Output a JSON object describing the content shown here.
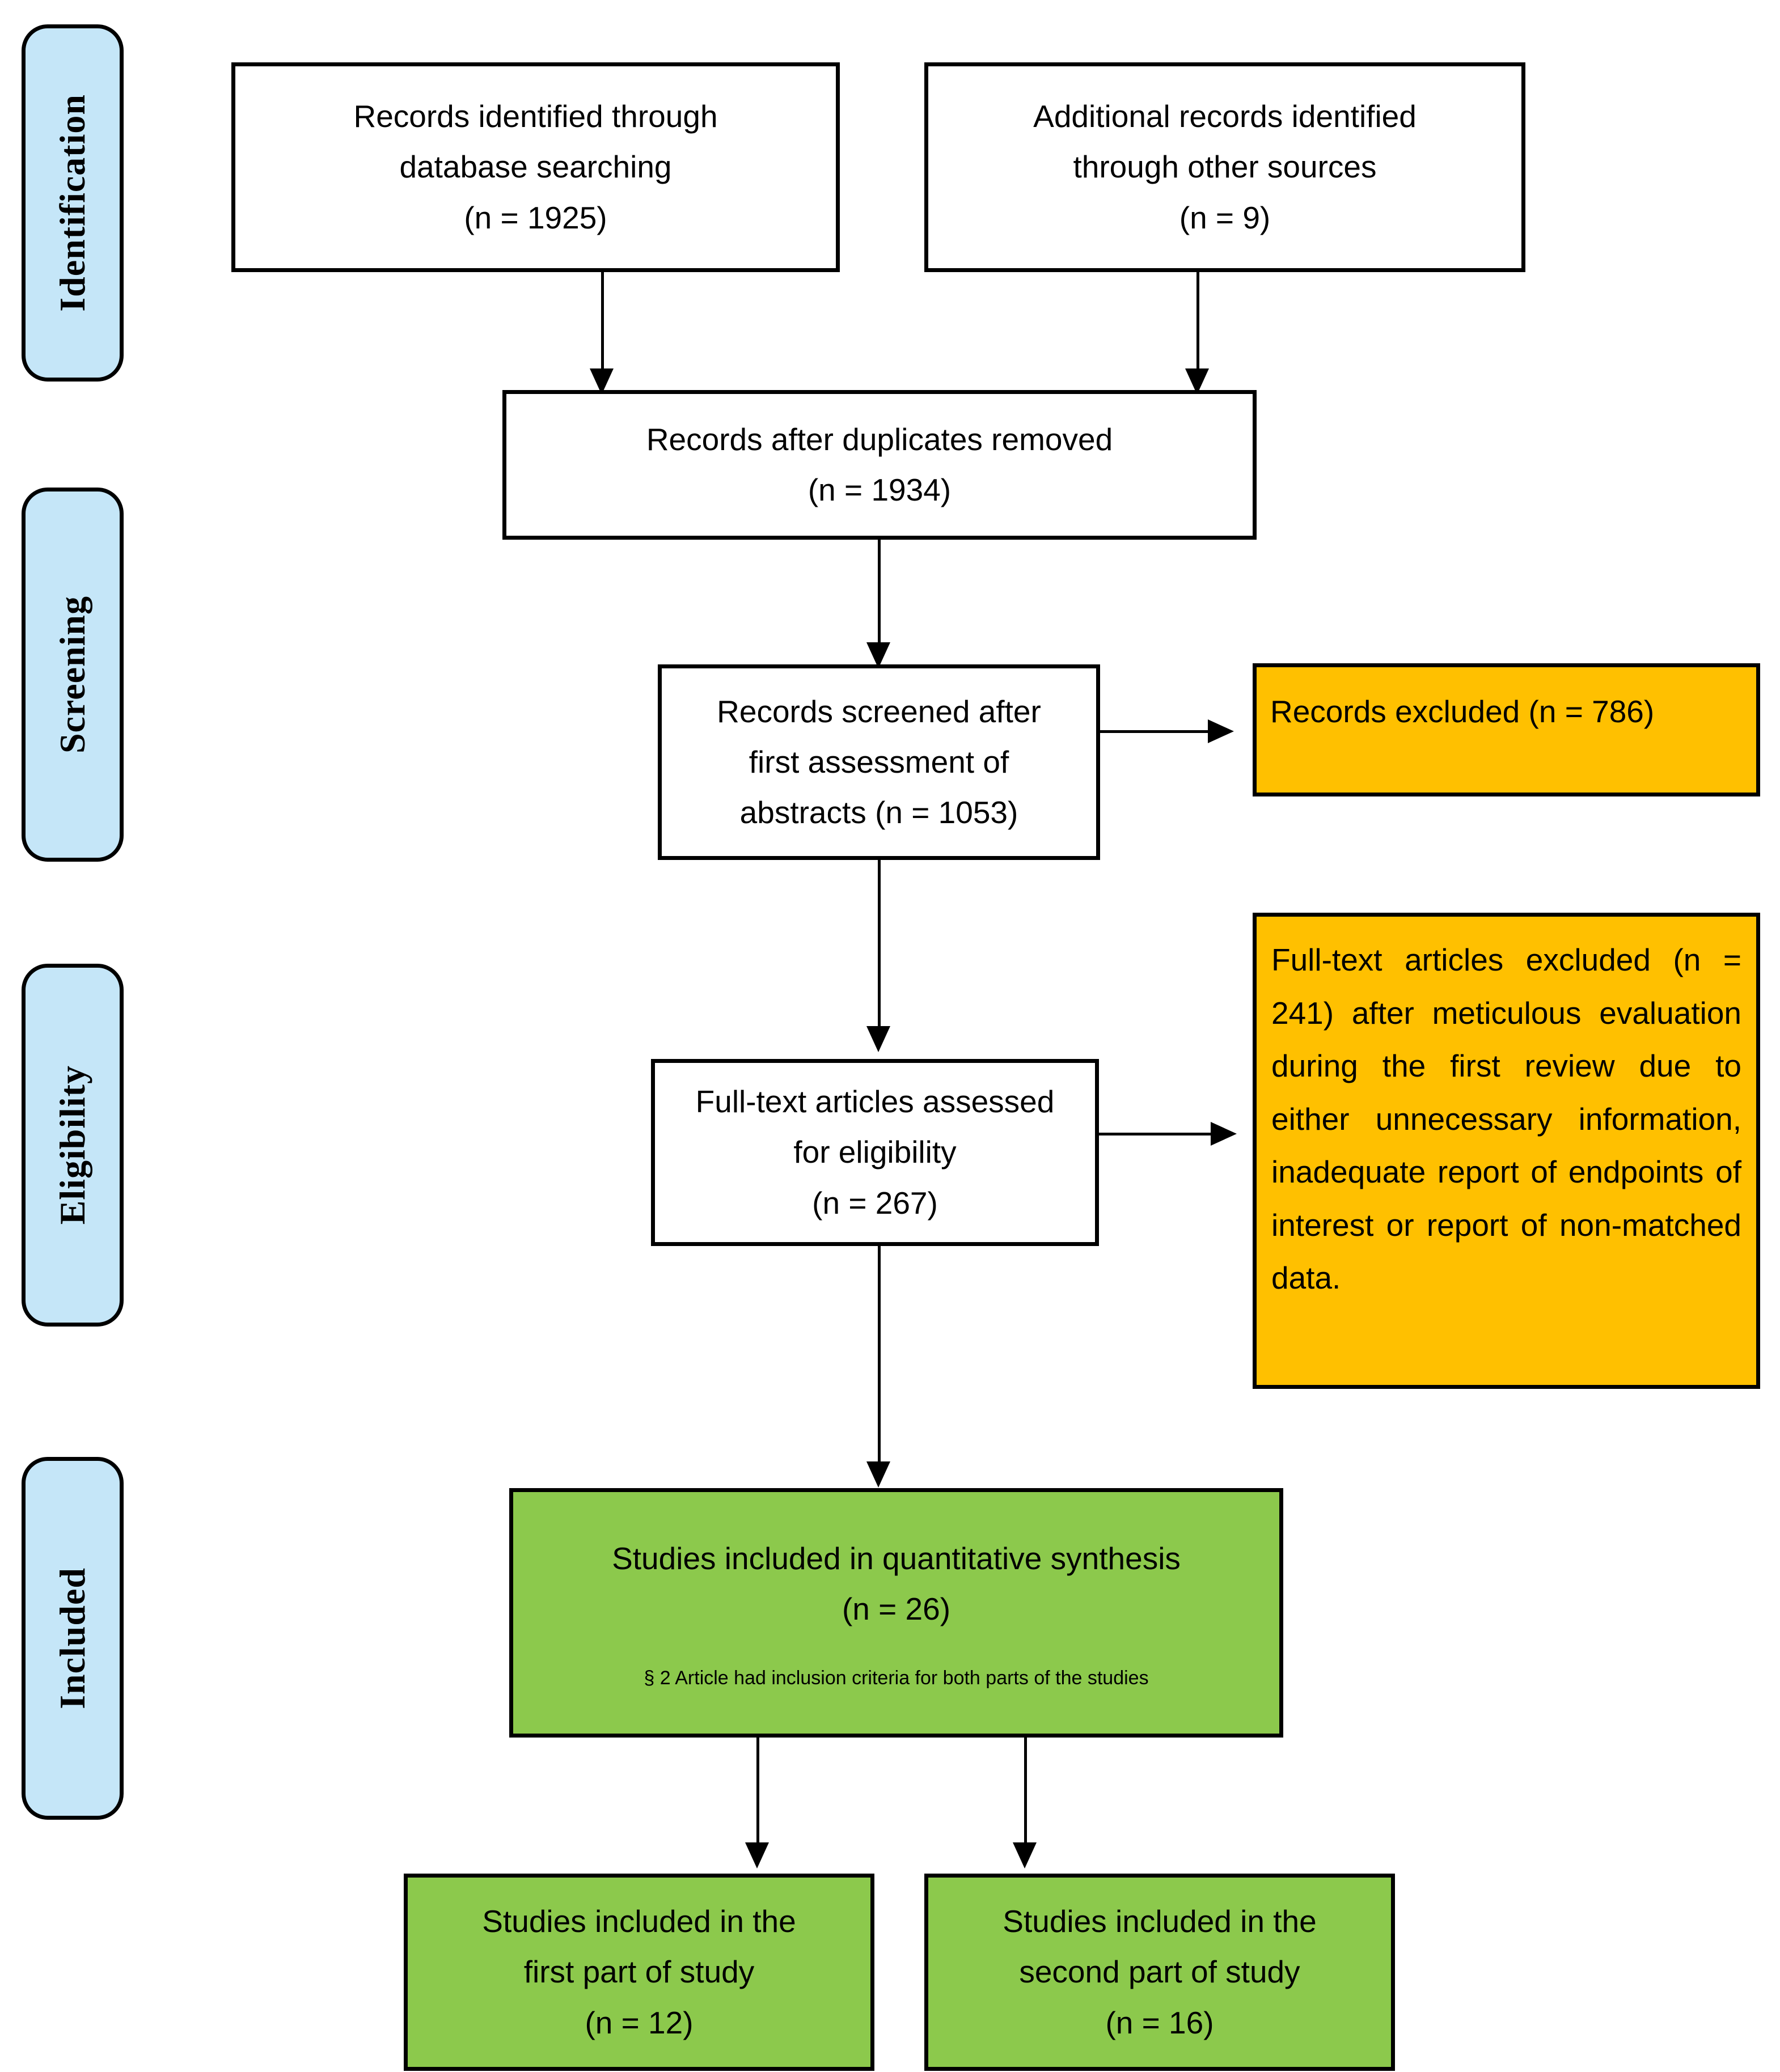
{
  "diagram": {
    "title": "PRISMA study selection flow diagram",
    "colors": {
      "stage_fill": "#C5E6F8",
      "excluded_fill": "#FFC000",
      "included_fill": "#8CC94C",
      "box_fill": "#FFFFFF",
      "stroke": "#000000"
    }
  },
  "stages": [
    {
      "label": "Identification"
    },
    {
      "label": "Screening"
    },
    {
      "label": "Eligibility"
    },
    {
      "label": "Included"
    }
  ],
  "boxes": {
    "db_records": {
      "line1": "Records identified through",
      "line2": "database searching",
      "line3": "(n = 1925)"
    },
    "other_records": {
      "line1": "Additional records identified",
      "line2": "through other sources",
      "line3": "(n = 9)"
    },
    "after_duplicates": {
      "line1": "Records after duplicates removed",
      "line2": "(n = 1934)"
    },
    "screened": {
      "line1": "Records screened after",
      "line2": "first assessment of",
      "line3": "abstracts (n = 1053)"
    },
    "records_excluded": {
      "line1": "Records excluded (n = 786)"
    },
    "fulltext_assessed": {
      "line1": "Full-text articles assessed",
      "line2": "for eligibility",
      "line3": "(n = 267)"
    },
    "fulltext_excluded": {
      "paragraph": "Full-text articles excluded (n = 241) after meticulous evaluation during the first review due to either unnecessary information, inadequate report of endpoints of interest or report of non-matched data."
    },
    "quantitative_synthesis": {
      "line1": "Studies included in quantitative synthesis",
      "line2": "(n = 26)",
      "footnote": "§ 2 Article had inclusion criteria for both parts of the studies"
    },
    "first_part": {
      "line1": "Studies included in the",
      "line2": "first part of study",
      "line3": "(n = 12)"
    },
    "second_part": {
      "line1": "Studies included in the",
      "line2": "second part of study",
      "line3": "(n = 16)"
    }
  },
  "chart_data": {
    "type": "diagram",
    "title": "PRISMA flow diagram",
    "nodes": [
      {
        "id": "db_records",
        "stage": "Identification",
        "label": "Records identified through database searching",
        "n": 1925
      },
      {
        "id": "other_records",
        "stage": "Identification",
        "label": "Additional records identified through other sources",
        "n": 9
      },
      {
        "id": "after_duplicates",
        "stage": "Identification",
        "label": "Records after duplicates removed",
        "n": 1934
      },
      {
        "id": "screened",
        "stage": "Screening",
        "label": "Records screened after first assessment of abstracts",
        "n": 1053
      },
      {
        "id": "records_excluded",
        "stage": "Screening",
        "label": "Records excluded",
        "n": 786
      },
      {
        "id": "fulltext_assessed",
        "stage": "Eligibility",
        "label": "Full-text articles assessed for eligibility",
        "n": 267
      },
      {
        "id": "fulltext_excluded",
        "stage": "Eligibility",
        "label": "Full-text articles excluded after meticulous evaluation during the first review",
        "n": 241
      },
      {
        "id": "quantitative_synthesis",
        "stage": "Included",
        "label": "Studies included in quantitative synthesis",
        "n": 26
      },
      {
        "id": "first_part",
        "stage": "Included",
        "label": "Studies included in the first part of study",
        "n": 12
      },
      {
        "id": "second_part",
        "stage": "Included",
        "label": "Studies included in the second part of study",
        "n": 16
      }
    ],
    "edges": [
      {
        "from": "db_records",
        "to": "after_duplicates"
      },
      {
        "from": "other_records",
        "to": "after_duplicates"
      },
      {
        "from": "after_duplicates",
        "to": "screened"
      },
      {
        "from": "screened",
        "to": "records_excluded"
      },
      {
        "from": "screened",
        "to": "fulltext_assessed"
      },
      {
        "from": "fulltext_assessed",
        "to": "fulltext_excluded"
      },
      {
        "from": "fulltext_assessed",
        "to": "quantitative_synthesis"
      },
      {
        "from": "quantitative_synthesis",
        "to": "first_part"
      },
      {
        "from": "quantitative_synthesis",
        "to": "second_part"
      }
    ]
  }
}
